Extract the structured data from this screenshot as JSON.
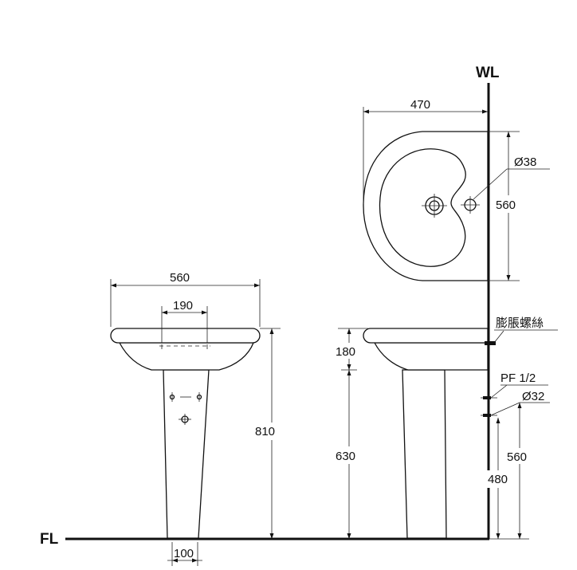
{
  "labels": {
    "wall_line": "WL",
    "floor_line": "FL",
    "anchor_bolt": "膨脹螺絲",
    "drain_fitting": "PF 1/2"
  },
  "dimensions": {
    "top_width": "470",
    "top_depth": "560",
    "tap_hole": "Ø38",
    "front_width": "560",
    "tap_spacing": "190",
    "front_height": "810",
    "pedestal_width": "100",
    "bowl_depth": "180",
    "pedestal_height": "630",
    "supply_height": "560",
    "drain_height": "480",
    "drain_dia": "Ø32"
  },
  "colors": {
    "line": "#111111",
    "background": "#ffffff"
  }
}
